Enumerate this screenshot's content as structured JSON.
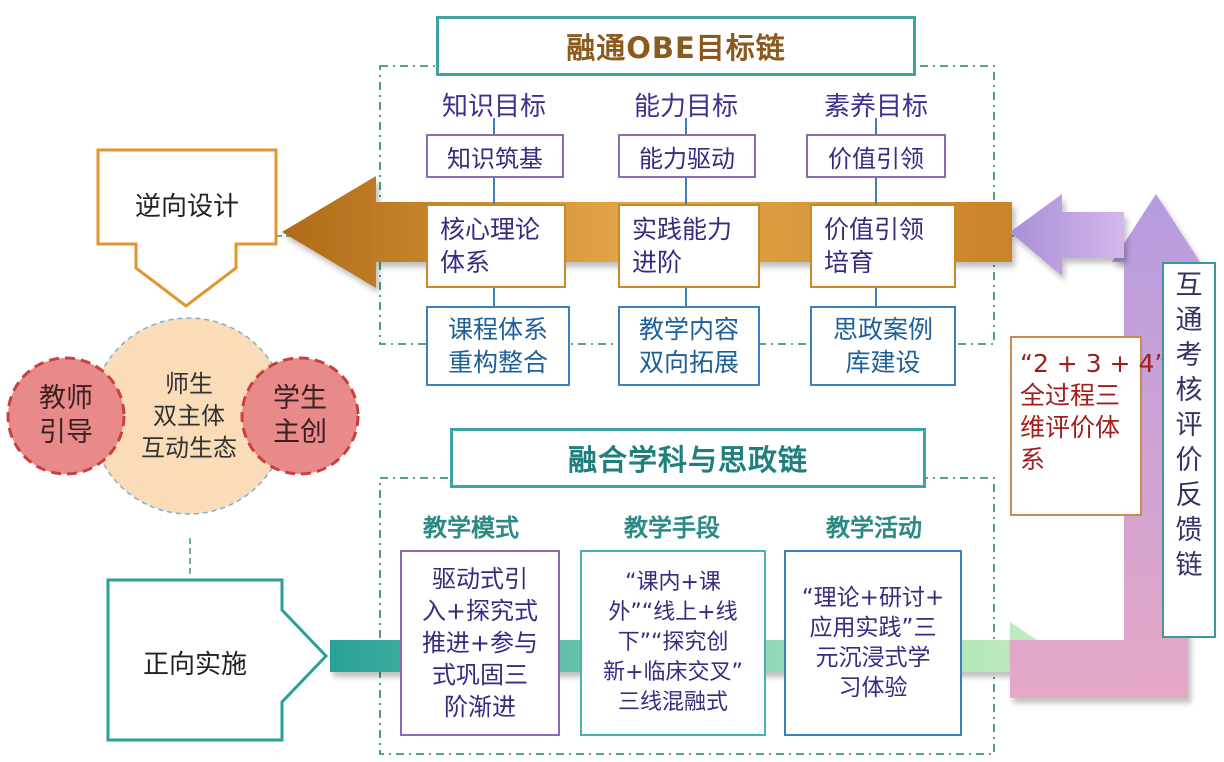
{
  "obe_chain": {
    "title": "融通OBE目标链",
    "columns": [
      {
        "header": "知识目标",
        "top": "知识筑基",
        "middle": "核心理论\n体系",
        "bottom": "课程体系\n重构整合"
      },
      {
        "header": "能力目标",
        "top": "能力驱动",
        "middle": "实践能力\n进阶",
        "bottom": "教学内容\n双向拓展"
      },
      {
        "header": "素养目标",
        "top": "价值引领",
        "middle": "价值引领\n培育",
        "bottom": "思政案例\n库建设"
      }
    ]
  },
  "integration_chain": {
    "title": "融合学科与思政链",
    "columns": [
      {
        "header": "教学模式",
        "body": "驱动式引\n入+探究式\n推进+参与\n式巩固三\n阶渐进"
      },
      {
        "header": "教学手段",
        "body": "“课内+课\n外”“线上+线\n下”“探究创\n新+临床交叉”\n三线混融式"
      },
      {
        "header": "教学活动",
        "body": "“理论+研讨+\n应用实践”三\n元沉浸式学\n习体验"
      }
    ]
  },
  "left": {
    "reverse_design": "逆向设计",
    "forward_implementation": "正向实施",
    "center_circle": "师生\n双主体\n互动生态",
    "teacher_circle": "教师\n引导",
    "student_circle": "学生\n主创"
  },
  "evaluation": {
    "formula": "“2 + 3 + 4”",
    "text": "全过程三\n维评价体\n系"
  },
  "feedback_chain": {
    "label": "互\n通\n考\n核\n评\n价\n反\n馈\n链"
  },
  "colors": {
    "teal": "#3fa3a3",
    "orange_arrow": "#d9922e",
    "purple_arrow": "#a48ad0",
    "circle_fill": "#fbdcb8",
    "red_circle": "#e88a8a"
  }
}
